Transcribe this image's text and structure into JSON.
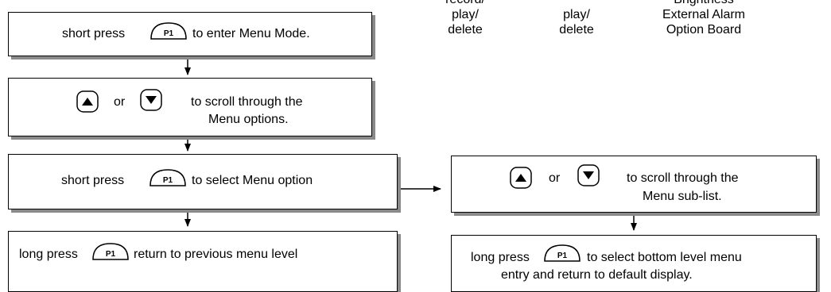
{
  "header": {
    "col1": [
      "record/",
      "play/",
      "delete"
    ],
    "col2": [
      "play/",
      "delete"
    ],
    "col3": [
      "Brightness",
      "External Alarm",
      "Option Board"
    ]
  },
  "keys": {
    "p1": "P1"
  },
  "steps": {
    "enter_before": "short press",
    "enter_after": "to enter Menu Mode.",
    "or": "or",
    "scroll_main_1": "to scroll through the",
    "scroll_main_2": "Menu options.",
    "select_before": "short press",
    "select_after": "to select Menu option",
    "return_before": "long press",
    "return_after": "return to previous menu level",
    "sub_or": "or",
    "scroll_sub_1": "to scroll through the",
    "scroll_sub_2": "Menu sub-list.",
    "bottom_before": "long press",
    "bottom_after": "to select bottom level menu",
    "bottom_line2": "entry and return to default display."
  }
}
